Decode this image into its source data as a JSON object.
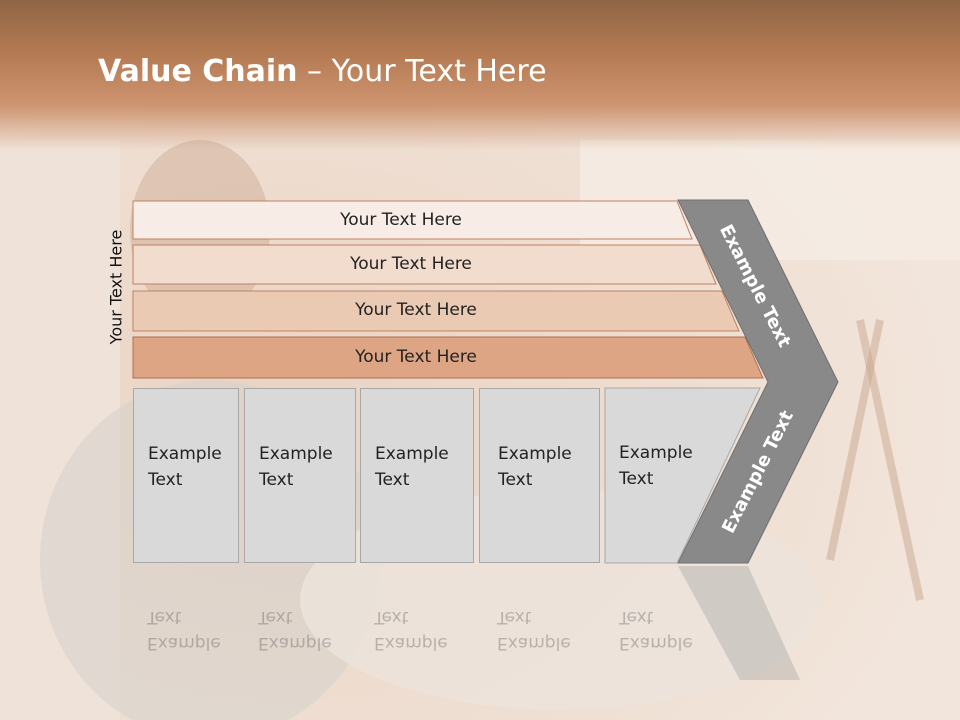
{
  "title": {
    "bold": "Value Chain",
    "rest": " – Your Text Here"
  },
  "side_label": "Your Text Here",
  "bars": [
    {
      "label": "Your Text Here",
      "color": "#f8ede6"
    },
    {
      "label": "Your Text Here",
      "color": "#f2dccd"
    },
    {
      "label": "Your Text Here",
      "color": "#ebcab4"
    },
    {
      "label": "Your Text Here",
      "color": "#dea584"
    }
  ],
  "boxes": [
    {
      "line1": "Example",
      "line2": "Text"
    },
    {
      "line1": "Example",
      "line2": "Text"
    },
    {
      "line1": "Example",
      "line2": "Text"
    },
    {
      "line1": "Example",
      "line2": "Text"
    },
    {
      "line1": "Example",
      "line2": "Text"
    }
  ],
  "arrow_upper": "Example Text",
  "arrow_lower": "Example Text",
  "colors": {
    "arrow": "#898989",
    "box": "#d9d9d9",
    "title_band": "#b37a52"
  }
}
